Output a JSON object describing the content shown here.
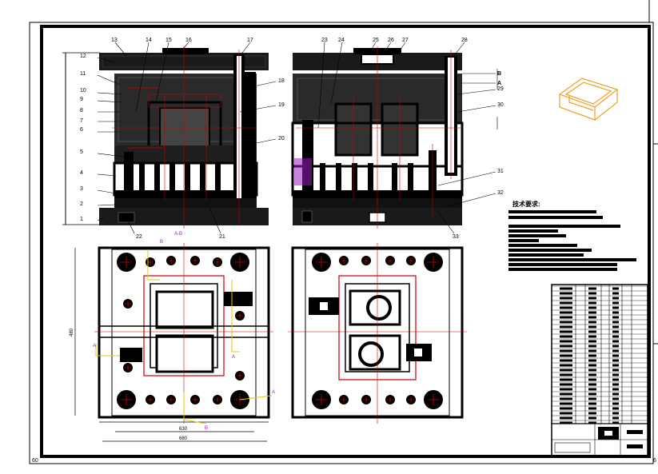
{
  "drawing": {
    "sheet_label_left": "60",
    "sheet_label_right": "6",
    "callouts_section_left_top": [
      "13",
      "14",
      "15",
      "16",
      "17"
    ],
    "callouts_section_left_leftside": [
      "12",
      "11",
      "10",
      "9",
      "8",
      "7",
      "6",
      "5",
      "4",
      "3",
      "2",
      "1"
    ],
    "callouts_section_left_rightside": [
      "18",
      "19",
      "20"
    ],
    "callouts_section_left_bottom": [
      "22",
      "21"
    ],
    "callouts_section_right_top": [
      "23",
      "24",
      "25",
      "26",
      "27",
      "28"
    ],
    "callouts_section_right_rightside": [
      "29",
      "30",
      "31",
      "32",
      "33"
    ],
    "section_marks": [
      "B",
      "A"
    ],
    "dim_plan_width_inner": "630",
    "dim_plan_width_outer": "680",
    "dim_plan_height": "480",
    "tech_requirements_title": "技术要求:",
    "colors": {
      "ink": "#000000",
      "centerline": "#cc0000",
      "accent_yellow": "#e8c800",
      "accent_magenta": "#9a1fbf",
      "iso_orange": "#f0a020"
    }
  }
}
